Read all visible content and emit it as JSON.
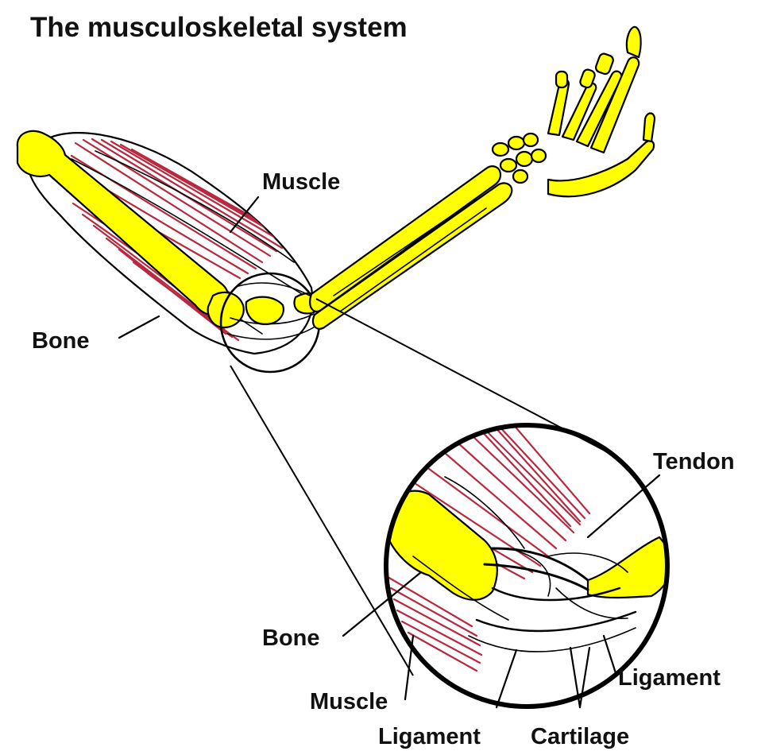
{
  "title": "The musculoskeletal system",
  "colors": {
    "bone": "#ffff00",
    "muscle": "#b8293f",
    "outline": "#000000",
    "background": "#ffffff"
  },
  "labels": {
    "arm": {
      "muscle": "Muscle",
      "bone": "Bone"
    },
    "detail": {
      "tendon": "Tendon",
      "bone": "Bone",
      "ligament_right": "Ligament",
      "muscle": "Muscle",
      "ligament_bottom": "Ligament",
      "cartilage": "Cartilage"
    }
  }
}
